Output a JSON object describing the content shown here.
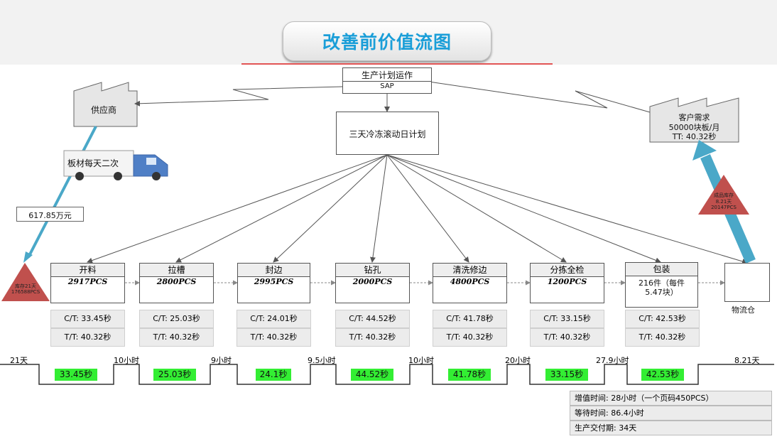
{
  "title": "改善前价值流图",
  "planning": {
    "name": "生产计划运作",
    "system": "SAP"
  },
  "schedule": "三天冷冻滚动日计划",
  "supplier": "供应商",
  "customer": {
    "name": "客户需求",
    "demand": "50000块板/月",
    "takt": "TT: 40.32秒"
  },
  "truck_label": "板材每天二次",
  "raw_value": "617.85万元",
  "raw_inventory": {
    "line1": "库存21天",
    "line2": "176588PCS"
  },
  "fg_inventory": {
    "line1": "成品库存",
    "line2": "8.21天",
    "line3": "20147PCS"
  },
  "warehouse": "物流仓",
  "processes": [
    {
      "name": "开料",
      "qty": "2917PCS",
      "ct": "C/T: 33.45秒",
      "tt": "T/T: 40.32秒"
    },
    {
      "name": "拉槽",
      "qty": "2800PCS",
      "ct": "C/T: 25.03秒",
      "tt": "T/T: 40.32秒"
    },
    {
      "name": "封边",
      "qty": "2995PCS",
      "ct": "C/T: 24.01秒",
      "tt": "T/T: 40.32秒"
    },
    {
      "name": "钻孔",
      "qty": "2000PCS",
      "ct": "C/T: 44.52秒",
      "tt": "T/T: 40.32秒"
    },
    {
      "name": "清洗修边",
      "qty": "4800PCS",
      "ct": "C/T: 41.78秒",
      "tt": "T/T: 40.32秒"
    },
    {
      "name": "分拣全检",
      "qty": "1200PCS",
      "ct": "C/T: 33.15秒",
      "tt": "T/T: 40.32秒"
    },
    {
      "name": "包装",
      "qty_line1": "216件（每件",
      "qty_line2": "5.47块）",
      "ct": "C/T: 42.53秒",
      "tt": "T/T: 40.32秒"
    }
  ],
  "timeline": {
    "wait": [
      "21天",
      "10小时",
      "9小时",
      "9.5小时",
      "10小时",
      "20小时",
      "27.9小时",
      "8.21天"
    ],
    "process": [
      "33.45秒",
      "25.03秒",
      "24.1秒",
      "44.52秒",
      "41.78秒",
      "33.15秒",
      "42.53秒"
    ]
  },
  "summary": {
    "value_added": "增值时间: 28小时（一个页码450PCS）",
    "waiting": "等待时间: 86.4小时",
    "lead_time": "生产交付期: 34天"
  },
  "colors": {
    "title": "#1a9ed8",
    "flow_arrow": "#4aa8c8",
    "inventory": "#c0504d",
    "process_time": "#33ee33",
    "truck": "#4f7fc6"
  }
}
